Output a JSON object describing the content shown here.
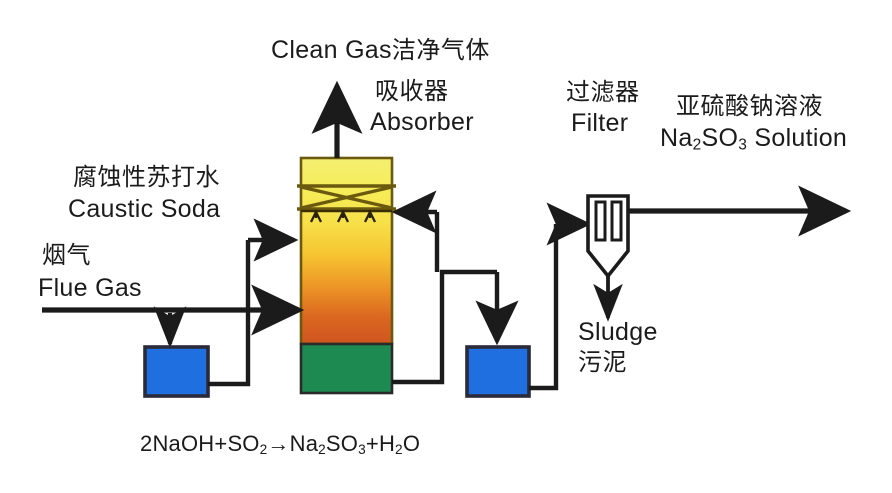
{
  "diagram": {
    "title_equation": "2NaOH+SO₂ → Na₂SO₃+H₂O",
    "background_color": "#ffffff",
    "line_color": "#1b1b1b"
  },
  "labels": {
    "clean_gas": {
      "en": "Clean Gas",
      "cn": "洁净气体"
    },
    "absorber": {
      "cn": "吸收器",
      "en": "Absorber"
    },
    "caustic_soda": {
      "cn": "腐蚀性苏打水",
      "en": "Caustic Soda"
    },
    "flue_gas": {
      "cn": "烟气",
      "en": "Flue Gas"
    },
    "filter": {
      "cn": "过滤器",
      "en": "Filter"
    },
    "product": {
      "cn": "亚硫酸钠溶液",
      "en_pre": "Na",
      "en_sub1": "2",
      "en_mid": "SO",
      "en_sub2": "3",
      "en_post": " Solution"
    },
    "sludge": {
      "en": "Sludge",
      "cn": "污泥"
    }
  },
  "equation": {
    "a_coeff": "2",
    "a": "NaOH",
    "plus1": "+",
    "b": "SO",
    "b_sub": "2",
    "arrow": "→",
    "c": "Na",
    "c_sub1": "2",
    "c_mid": "SO",
    "c_sub2": "3",
    "plus2": "+",
    "d": "H",
    "d_sub": "2",
    "d_end": "O"
  },
  "equipment": {
    "absorber_column": {
      "name": "Absorber",
      "gradient_top": "#f2ea5a",
      "gradient_mid": "#f5c02a",
      "gradient_low": "#d9641f",
      "liquid_pool_color": "#1d8a52",
      "border_color": "#6b5a0e"
    },
    "caustic_tank": {
      "name": "Caustic Soda Tank",
      "fill": "#1f6fe0",
      "border": "#2a2a3a"
    },
    "recycle_tank": {
      "name": "Recirculation Tank",
      "fill": "#1f6fe0",
      "border": "#2a2a3a"
    },
    "filter_unit": {
      "name": "Filter",
      "fill": "#ffffff",
      "border": "#1b1b1b"
    }
  },
  "flows": [
    {
      "name": "clean-gas-outlet",
      "direction": "up"
    },
    {
      "name": "flue-gas-inlet",
      "direction": "right"
    },
    {
      "name": "caustic-dosing",
      "direction": "down"
    },
    {
      "name": "caustic-to-column",
      "direction": "right"
    },
    {
      "name": "column-to-recycle-tank",
      "direction": "down"
    },
    {
      "name": "spray-return-to-column",
      "direction": "left"
    },
    {
      "name": "recycle-tank-to-filter",
      "direction": "up"
    },
    {
      "name": "filter-product-outlet",
      "direction": "right"
    },
    {
      "name": "filter-sludge-drain",
      "direction": "down"
    }
  ]
}
